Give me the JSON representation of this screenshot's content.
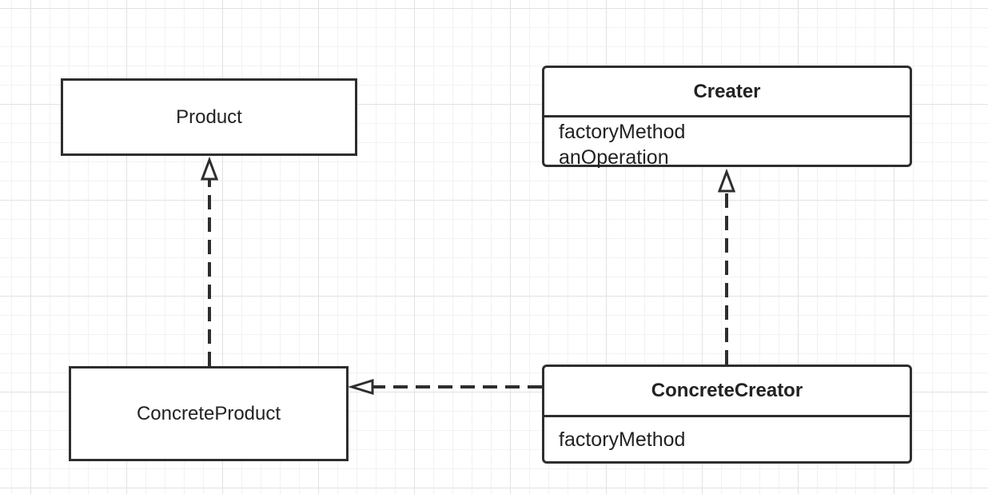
{
  "diagram": {
    "product": {
      "name": "Product"
    },
    "concrete_product": {
      "name": "ConcreteProduct"
    },
    "creater": {
      "name": "Creater",
      "operations": [
        "factoryMethod",
        "anOperation"
      ]
    },
    "concrete_creator": {
      "name": "ConcreteCreator",
      "operations": [
        "factoryMethod"
      ]
    }
  },
  "colors": {
    "line": "#2e2e2e",
    "grid_major": "#e2e2e2",
    "grid_minor": "#f2f2f2",
    "background": "#ffffff"
  }
}
